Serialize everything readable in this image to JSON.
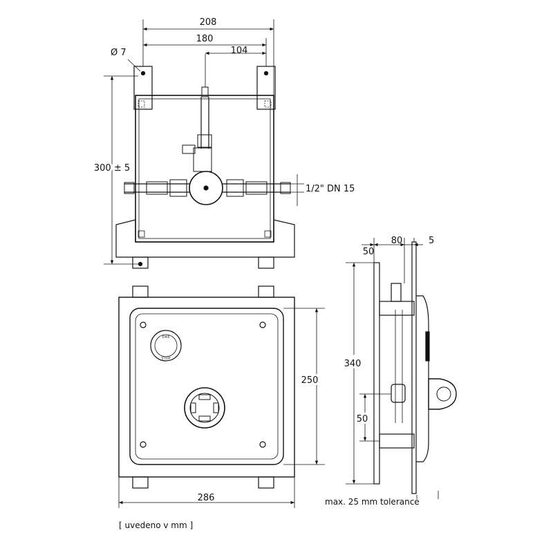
{
  "top_view": {
    "dim_width_outer": "208",
    "dim_width_inner": "180",
    "dim_offset": "104",
    "dim_hole": "Ø 7",
    "dim_height": "300 ± 5",
    "dim_thread": "1/2\" DN 15"
  },
  "front_view": {
    "dim_height": "250",
    "dim_width": "286",
    "button_label_top": "EWE",
    "button_label_bottom": "STOP"
  },
  "side_view": {
    "dim_depth_a": "50",
    "dim_depth_b": "80",
    "dim_depth_c": "5",
    "dim_height": "340",
    "dim_lower": "50",
    "tolerance_note": "max. 25 mm tolerance"
  },
  "footer": {
    "units_note": "[ uvedeno v mm ]"
  }
}
